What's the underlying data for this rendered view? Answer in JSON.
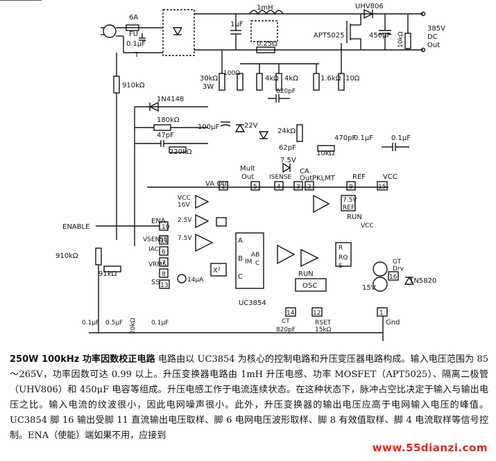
{
  "labels": {
    "fuse": "6A",
    "fu": "FU",
    "cap_in": "0.1μF",
    "t": "T",
    "inductor": "1mH",
    "diode_uhv": "UHV806",
    "cap_1u": "1μF",
    "mosfet": "APT5025",
    "r_sense": "0.25Ω",
    "cap_out": "450μF",
    "vout": "385V",
    "vout_dc": "DC",
    "vout_out": "Out",
    "r_load": "10kΩ",
    "r_30k": "30kΩ",
    "r_3w": "3W",
    "r_100": "100Ω",
    "r_4k_a": "4kΩ",
    "r_4k_b": "4kΩ",
    "r_1_6k": "1.6kΩ",
    "r_10": "10Ω",
    "r_910k_top": "910kΩ",
    "cap_620p": "620pF",
    "diode_1n4148": "1N4148",
    "r_180k": "180kΩ",
    "cap_47p": "47pF",
    "r_220k": "220kΩ",
    "cap_100u": "100μF",
    "zener_22v": "22V",
    "r_24k": "24kΩ",
    "cap_62p": "62pF",
    "r_10k": "10kΩ",
    "cap_470p": "470pF",
    "cap_01u_a": "0.1μF",
    "cap_01u_b": "0.1μF",
    "zener_7v5": "7.5V",
    "mult_out": "Mult",
    "mult_out2": "Out",
    "isense": "ISENSE",
    "ca_out": "CA",
    "ca_out2": "Out",
    "pklmt": "PKLMT",
    "ref": "REF",
    "vcc_top": "VCC",
    "va_out": "VA Out",
    "enable": "ENABLE",
    "ena": "ENA",
    "vsense": "VSENSE",
    "iac": "IAC",
    "vrms": "VRMS",
    "ss": "SS",
    "vcc_16v": "VCC",
    "v16": "16V",
    "v2_5_a": "2.5V",
    "v7_5_ref": "7.5V",
    "ref_box": "REF",
    "run_a": "RUN",
    "vcc_mid": "VCC",
    "v7_5": "7.5V",
    "x2": "X²",
    "i14": "14μA",
    "blk_a": "A",
    "blk_b": "B",
    "blk_c": "C",
    "blk_ab": "AB",
    "blk_c2": "C",
    "blk_im": "IM",
    "r_r": "R",
    "rq": "RQ",
    "s_s": "S",
    "run_b": "RUN",
    "osc": "OSC",
    "gt": "GT",
    "drv": "Drv",
    "v15": "15V",
    "diode_1n5820": "1N5820",
    "uc3854": "UC3854",
    "ct": "CT",
    "rset": "RSET",
    "gnd": "Gnd",
    "r_910k_left": "910kΩ",
    "r_91k": "91kΩ",
    "cap_01u_c": "0.1μF",
    "cap_0_5u": "0.5μF",
    "r_20k": "20kΩ",
    "cap_01u_d": "0.1μF",
    "cap_820p": "820pF",
    "r_15k": "15kΩ",
    "pin5": "5",
    "pin4": "4",
    "pin3": "3",
    "pin2": "2",
    "pin9": "9",
    "pin15": "15",
    "pin7": "7",
    "pin10": "10",
    "pin11": "11",
    "pin6": "6",
    "pin8": "8",
    "pin13": "13",
    "pin14": "14",
    "pin12": "12",
    "pin16": "16",
    "pin1": "1"
  },
  "caption": {
    "title": "250W 100kHz 功率因数校正电路",
    "body": "电路由以 UC3854 为核心的控制电路和升压变压器电路构成。输入电压范围为 85～265V，功率因数可达 0.99 以上。升压变换器电路由 1mH 升压电感、功率 MOSFET（APT5025）、隔离二极管（UHV806）和 450μF 电容等组成。升压电感工作于电流连续状态。在这种状态下，脉冲占空比决定于输入与输出电压之比。输入电流的纹波很小，因此电网噪声很小。此外，升压变换器的输出电压应高于电网输入电压的峰值。UC3854 脚 16 输出受脚 11 直流输出电压取样、脚 6 电网电压波形取样、脚 8 有效值取样、脚 4 电流取样等信号控制。ENA（使能）端如果不用，应接到 "
  },
  "watermark": "www.55dianzi.com"
}
